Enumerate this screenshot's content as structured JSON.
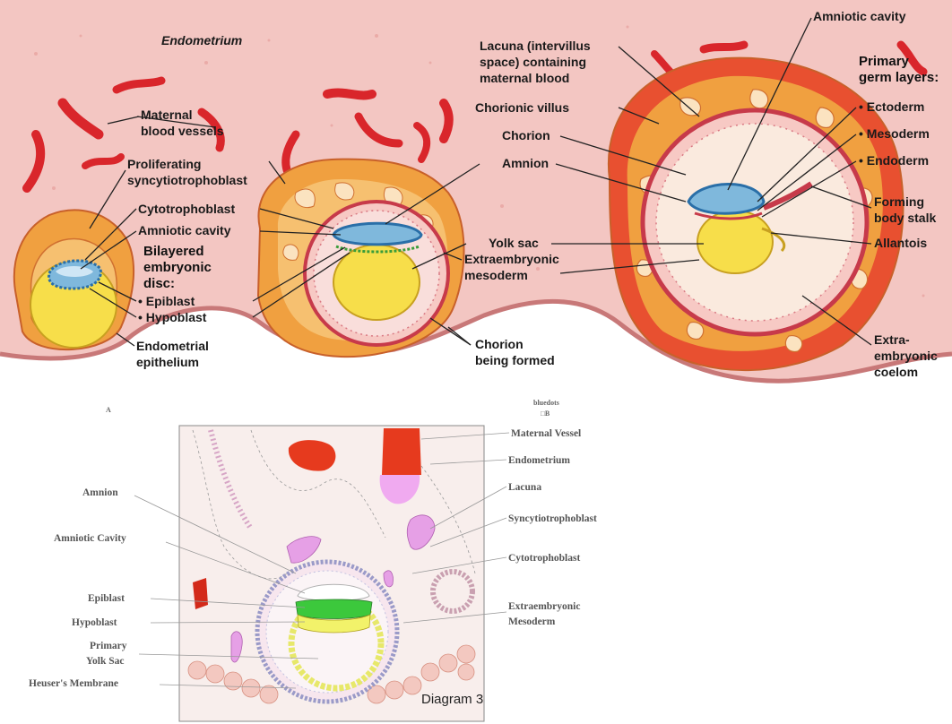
{
  "top_figure": {
    "endometrium": "Endometrium",
    "maternal_blood_vessels": [
      "Maternal",
      "blood vessels"
    ],
    "proliferating_syncytiotrophoblast": [
      "Proliferating",
      "syncytiotrophoblast"
    ],
    "cytotrophoblast": "Cytotrophoblast",
    "amniotic_cavity_left": "Amniotic cavity",
    "bilayered_disc": [
      "Bilayered",
      "embryonic",
      "disc:"
    ],
    "epiblast": "• Epiblast",
    "hypoblast": "• Hypoblast",
    "endometrial_epithelium": [
      "Endometrial",
      "epithelium"
    ],
    "lacuna": [
      "Lacuna (intervillus",
      "space) containing",
      "maternal blood"
    ],
    "chorionic_villus": "Chorionic villus",
    "chorion": "Chorion",
    "amnion": "Amnion",
    "yolk_sac": "Yolk sac",
    "extraembryonic_mesoderm": [
      "Extraembryonic",
      "mesoderm"
    ],
    "chorion_being_formed": [
      "Chorion",
      "being formed"
    ],
    "amniotic_cavity_right": "Amniotic cavity",
    "primary_germ_layers": [
      "Primary",
      "germ layers:"
    ],
    "ectoderm": "• Ectoderm",
    "mesoderm": "• Mesoderm",
    "endoderm": "• Endoderm",
    "forming_body_stalk": [
      "Forming",
      "body stalk"
    ],
    "allantois": "Allantois",
    "extraembryonic_coelom": [
      "Extra-",
      "embryonic",
      "coelom"
    ],
    "panel_letter": "A"
  },
  "bottom_figure": {
    "legend": [
      "bluedots",
      "□B"
    ],
    "maternal_vessel": "Maternal Vessel",
    "endometrium": "Endometrium",
    "lacuna": "Lacuna",
    "syncytiotrophoblast": "Syncytiotrophoblast",
    "cytotrophoblast": "Cytotrophoblast",
    "extraembryonic_mesoderm": [
      "Extraembryonic",
      "Mesoderm"
    ],
    "amnion": "Amnion",
    "amniotic_cavity": "Amniotic Cavity",
    "epiblast": "Epiblast",
    "hypoblast": "Hypoblast",
    "primary_yolk_sac": [
      "Primary",
      "Yolk Sac"
    ],
    "heusers_membrane": "Heuser's Membrane",
    "diagram_label": "Diagram 3"
  },
  "colors": {
    "tissue": "#f3c6c2",
    "vessel": "#d9262b",
    "trophoblast": "#f0a040",
    "yolk": "#f7de4a",
    "amnion": "#7fb8dc",
    "lacuna_pink": "#e6a0e6",
    "epiblast_green": "#3cc83c"
  }
}
